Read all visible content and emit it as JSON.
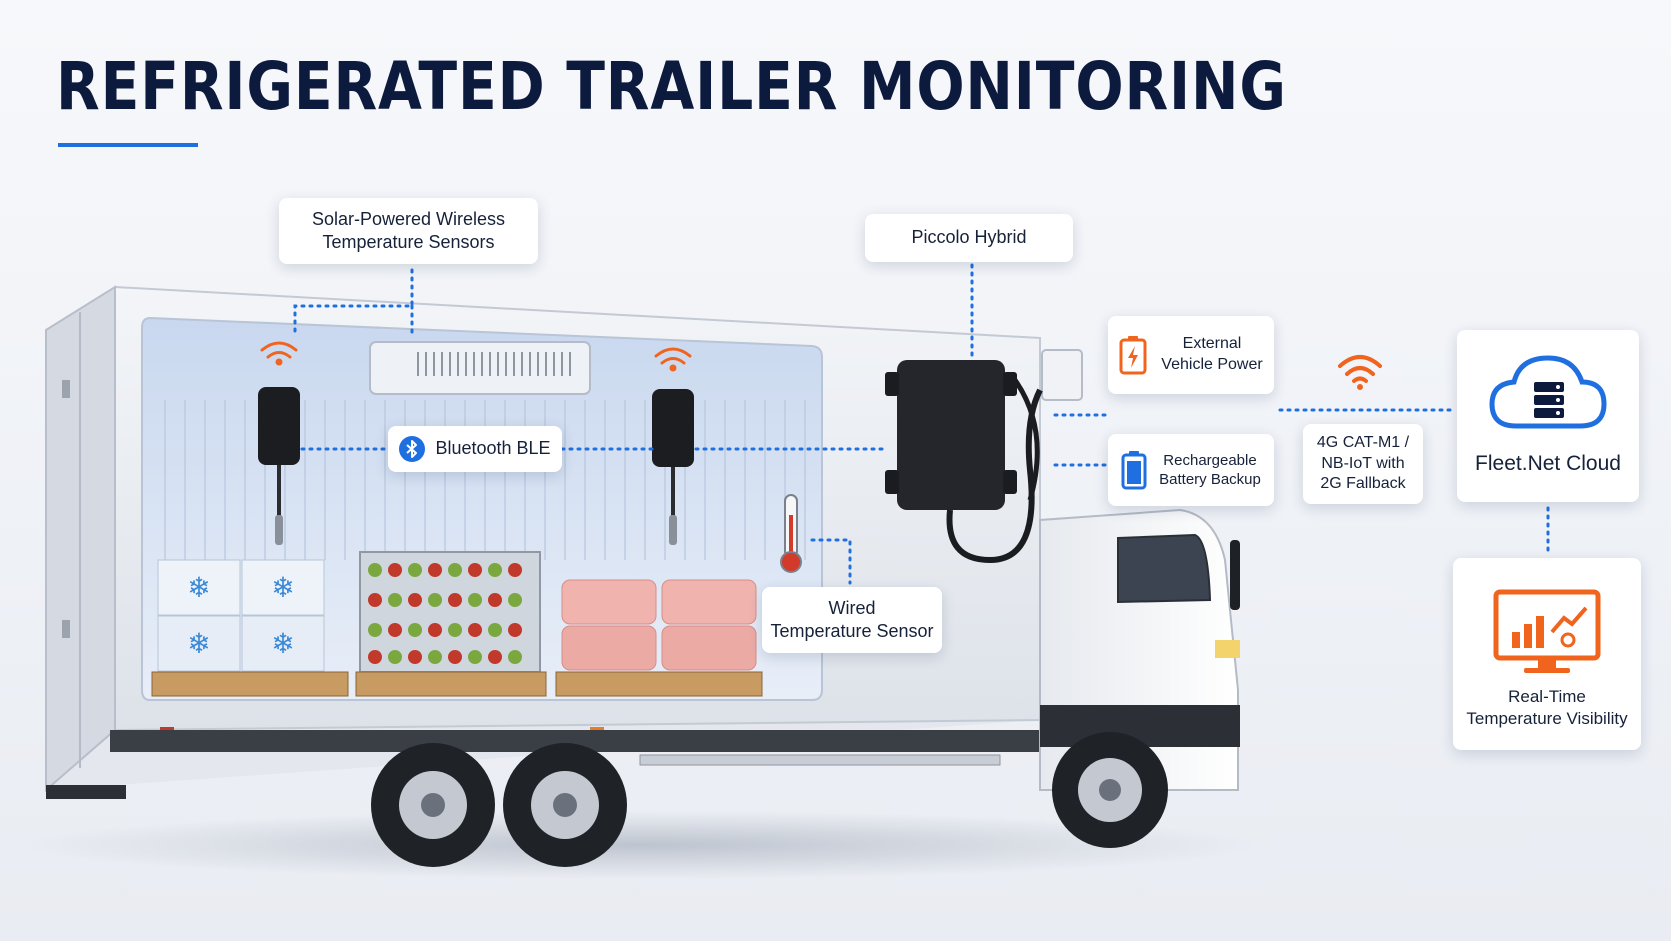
{
  "title": "REFRIGERATED TRAILER MONITORING",
  "labels": {
    "solar_line1": "Solar-Powered Wireless",
    "solar_line2": "Temperature Sensors",
    "piccolo": "Piccolo Hybrid",
    "bluetooth": "Bluetooth BLE",
    "wired_line1": "Wired",
    "wired_line2": "Temperature Sensor",
    "ext_power_line1": "External",
    "ext_power_line2": "Vehicle Power",
    "battery_line1": "Rechargeable",
    "battery_line2": "Battery Backup",
    "network_line1": "4G CAT-M1 /",
    "network_line2": "NB-IoT with",
    "network_line3": "2G Fallback",
    "cloud": "Fleet.Net Cloud",
    "visibility_line1": "Real-Time",
    "visibility_line2": "Temperature Visibility"
  },
  "icons": {
    "bluetooth": "bluetooth-icon",
    "ext_power": "battery-charging-icon",
    "battery": "battery-icon",
    "wifi": "wireless-signal-icon",
    "cloud": "cloud-server-icon",
    "monitor": "chart-monitor-icon",
    "thermometer": "thermometer-icon"
  },
  "colors": {
    "title": "#0c1a3d",
    "accent_blue": "#1f6fe0",
    "accent_orange": "#f0641e",
    "callout_bg": "#ffffff"
  }
}
